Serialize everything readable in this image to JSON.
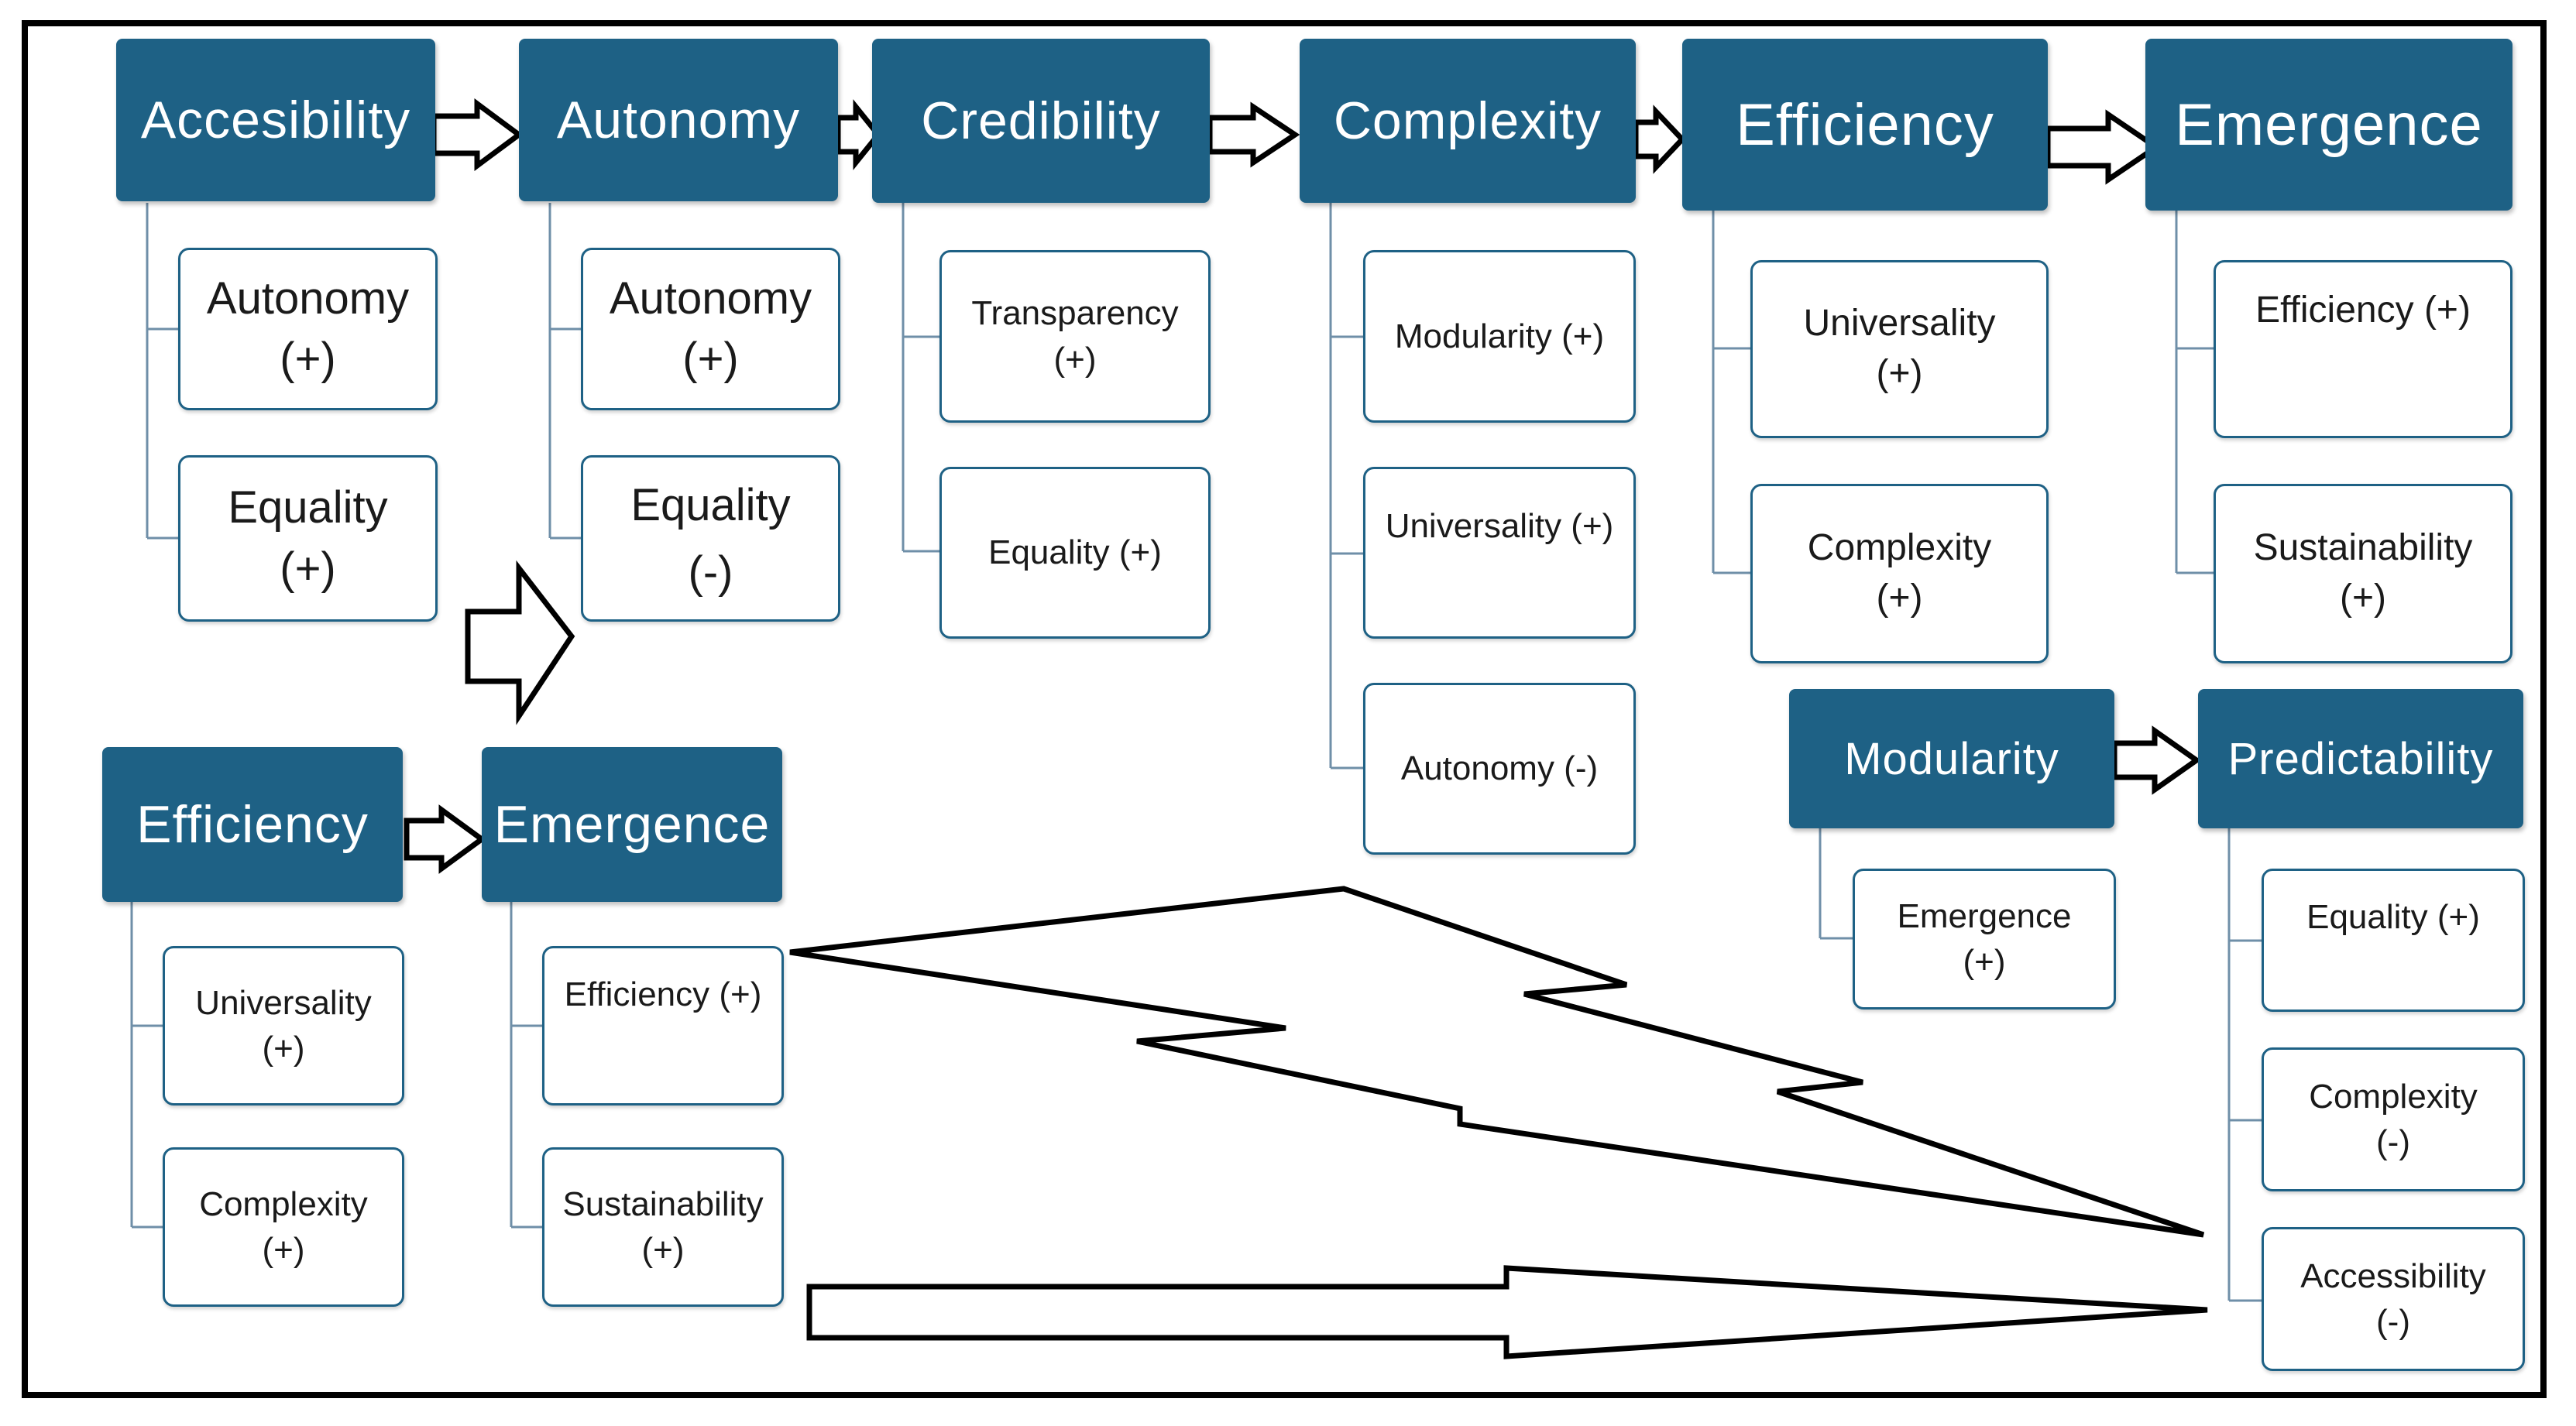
{
  "colors": {
    "header_fill": "#1e6185",
    "child_border": "#1e6185",
    "connector": "#6f8fa8",
    "arrow_stroke": "#000000"
  },
  "chains": {
    "accesibility": {
      "label": "Accesibility",
      "children": [
        {
          "name": "Autonomy",
          "sign": "(+)"
        },
        {
          "name": "Equality",
          "sign": "(+)"
        }
      ]
    },
    "autonomy": {
      "label": "Autonomy",
      "children": [
        {
          "name": "Autonomy",
          "sign": "(+)"
        },
        {
          "name": "Equality",
          "sign": "(-)"
        }
      ]
    },
    "credibility": {
      "label": "Credibility",
      "children": [
        {
          "name": "Transparency",
          "sign": "(+)"
        },
        {
          "name": "Equality (+)"
        }
      ]
    },
    "complexity": {
      "label": "Complexity",
      "children": [
        {
          "name": "Modularity (+)"
        },
        {
          "name": "Universality (+)"
        },
        {
          "name": "Autonomy (-)"
        }
      ]
    },
    "efficiency_top": {
      "label": "Efficiency",
      "children": [
        {
          "name": "Universality",
          "sign": "(+)"
        },
        {
          "name": "Complexity",
          "sign": "(+)"
        }
      ]
    },
    "emergence_top": {
      "label": "Emergence",
      "children": [
        {
          "name": "Efficiency (+)"
        },
        {
          "name": "Sustainability",
          "sign": "(+)"
        }
      ]
    },
    "modularity": {
      "label": "Modularity",
      "children": [
        {
          "name": "Emergence",
          "sign": "(+)"
        }
      ]
    },
    "predictability": {
      "label": "Predictability",
      "children": [
        {
          "name": "Equality (+)"
        },
        {
          "name": "Complexity",
          "sign": "(-)"
        },
        {
          "name": "Accessibility",
          "sign": "(-)"
        }
      ]
    },
    "efficiency_bottom": {
      "label": "Efficiency",
      "children": [
        {
          "name": "Universality",
          "sign": "(+)"
        },
        {
          "name": "Complexity",
          "sign": "(+)"
        }
      ]
    },
    "emergence_bottom": {
      "label": "Emergence",
      "children": [
        {
          "name": "Efficiency (+)"
        },
        {
          "name": "Sustainability",
          "sign": "(+)"
        }
      ]
    }
  }
}
